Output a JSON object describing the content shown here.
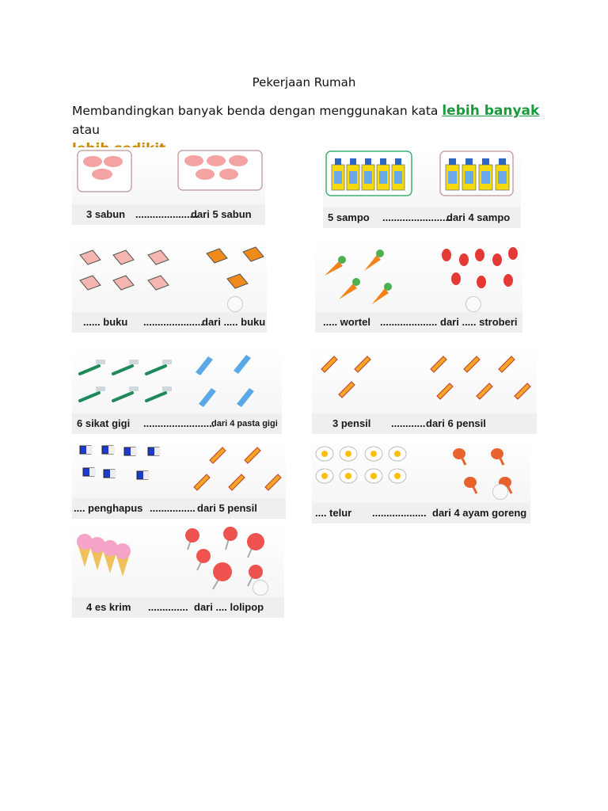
{
  "title": "Pekerjaan Rumah",
  "intro": {
    "text": "Membandingkan banyak benda dengan menggunakan kata ",
    "more": "lebih banyak",
    "or": " atau ",
    "less": "lebih sedikit."
  },
  "cards": {
    "sabun": {
      "a": "3 sabun",
      "b": "......................",
      "c": "dari 5 sabun"
    },
    "sampo": {
      "a": "5 sampo",
      "b": "........................",
      "c": "dari 4 sampo"
    },
    "buku": {
      "a": "...... buku",
      "b": ".....................",
      "c": "dari ..... buku"
    },
    "wortel": {
      "a": "..... wortel",
      "b": "....................",
      "c": "dari ..... stroberi"
    },
    "sikat": {
      "a": "6 sikat gigi",
      "b": ".........................",
      "c": "dari 4 pasta gigi"
    },
    "pensil": {
      "a": "3 pensil",
      "b": "............",
      "c": "dari 6 pensil"
    },
    "penghapus": {
      "a": ".... penghapus",
      "b": "................",
      "c": "dari  5  pensil"
    },
    "telur": {
      "a": ".... telur",
      "b": "...................",
      "c": "dari 4 ayam goreng"
    },
    "eskrim": {
      "a": "4 es krim",
      "b": "..............",
      "c": "dari .... lolipop"
    }
  }
}
